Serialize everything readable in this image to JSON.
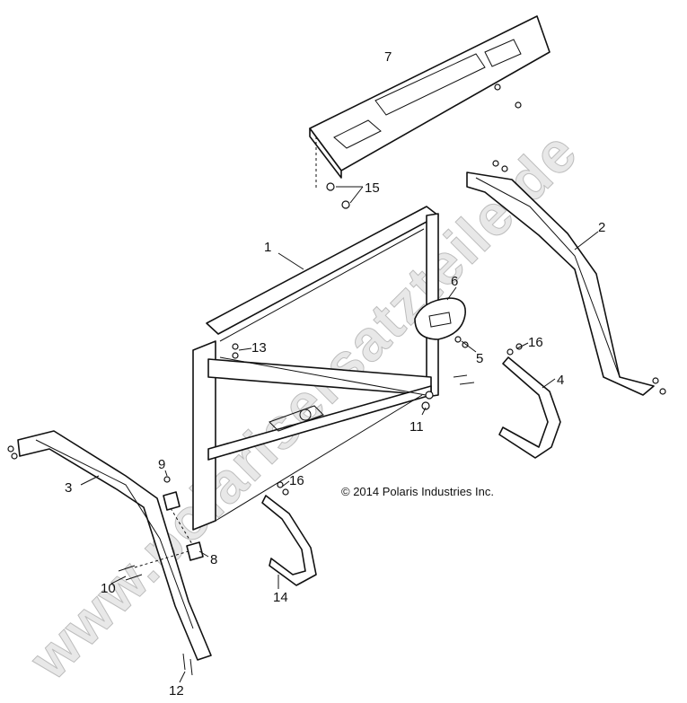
{
  "diagram": {
    "copyright": "© 2014 Polaris Industries Inc.",
    "watermark": "www.polarisersatzteile.de",
    "callouts": {
      "c1": "1",
      "c2": "2",
      "c3": "3",
      "c4": "4",
      "c5": "5",
      "c6": "6",
      "c7": "7",
      "c8": "8",
      "c9": "9",
      "c10": "10",
      "c11": "11",
      "c12": "12",
      "c13": "13",
      "c14": "14",
      "c15": "15",
      "c16a": "16",
      "c16b": "16"
    }
  }
}
